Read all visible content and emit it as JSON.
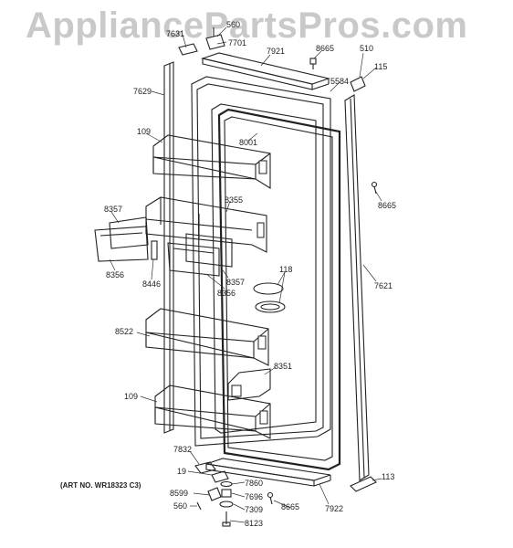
{
  "watermark": "AppliancePartsPros.com",
  "art_note": "(ART NO. WR18323 C3)",
  "labels": {
    "p7631": "7631",
    "p560_top": "560",
    "p7701": "7701",
    "p7921": "7921",
    "p8665_top": "8665",
    "p510": "510",
    "p115": "115",
    "p5584": "5584",
    "p7629": "7629",
    "p109_top": "109",
    "p8001": "8001",
    "p8665_mid": "8665",
    "p8357_left": "8357",
    "p8355": "8355",
    "p8356_left": "8356",
    "p8446": "8446",
    "p8357_right": "8357",
    "p8356_right": "8356",
    "p118": "118",
    "p7621": "7621",
    "p8522": "8522",
    "p8351": "8351",
    "p109_bottom": "109",
    "p7832": "7832",
    "p19": "19",
    "p7860": "7860",
    "p8599": "8599",
    "p7696": "7696",
    "p560_bottom": "560",
    "p7309": "7309",
    "p8123": "8123",
    "p8665_bottom": "8665",
    "p7922": "7922",
    "p113": "113"
  }
}
